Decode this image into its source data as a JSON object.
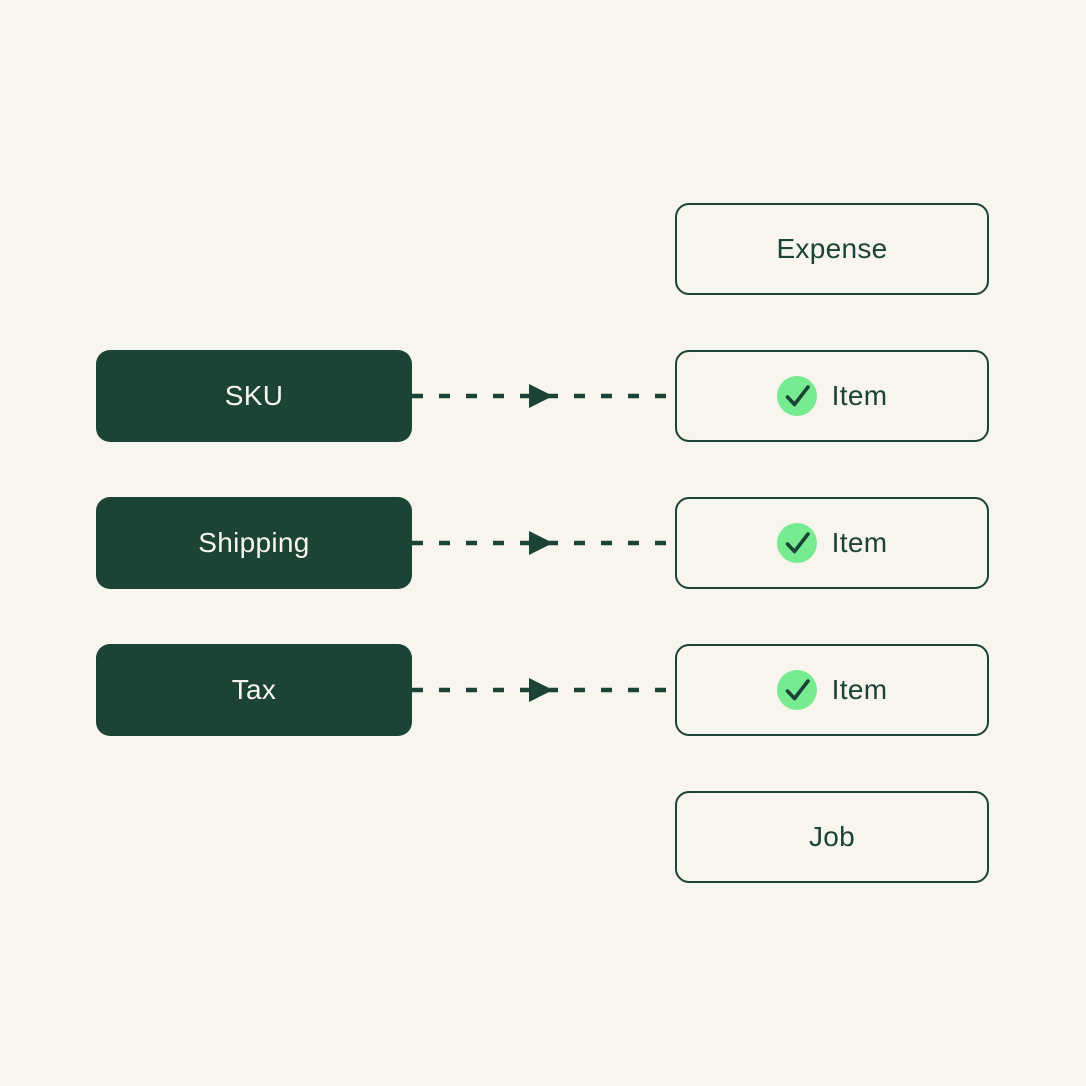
{
  "colors": {
    "background": "#F7F5EE",
    "dark_green": "#1B4336",
    "check_green": "#76EB90",
    "box_text_light": "#F7F5EE"
  },
  "icons": {
    "check": "check-icon",
    "arrow": "dashed-arrow-right-icon"
  },
  "rows": [
    {
      "right": {
        "label": "Expense",
        "checked": false
      }
    },
    {
      "left": {
        "label": "SKU"
      },
      "arrow": true,
      "right": {
        "label": "Item",
        "checked": true
      }
    },
    {
      "left": {
        "label": "Shipping"
      },
      "arrow": true,
      "right": {
        "label": "Item",
        "checked": true
      }
    },
    {
      "left": {
        "label": "Tax"
      },
      "arrow": true,
      "right": {
        "label": "Item",
        "checked": true
      }
    },
    {
      "right": {
        "label": "Job",
        "checked": false
      }
    }
  ]
}
